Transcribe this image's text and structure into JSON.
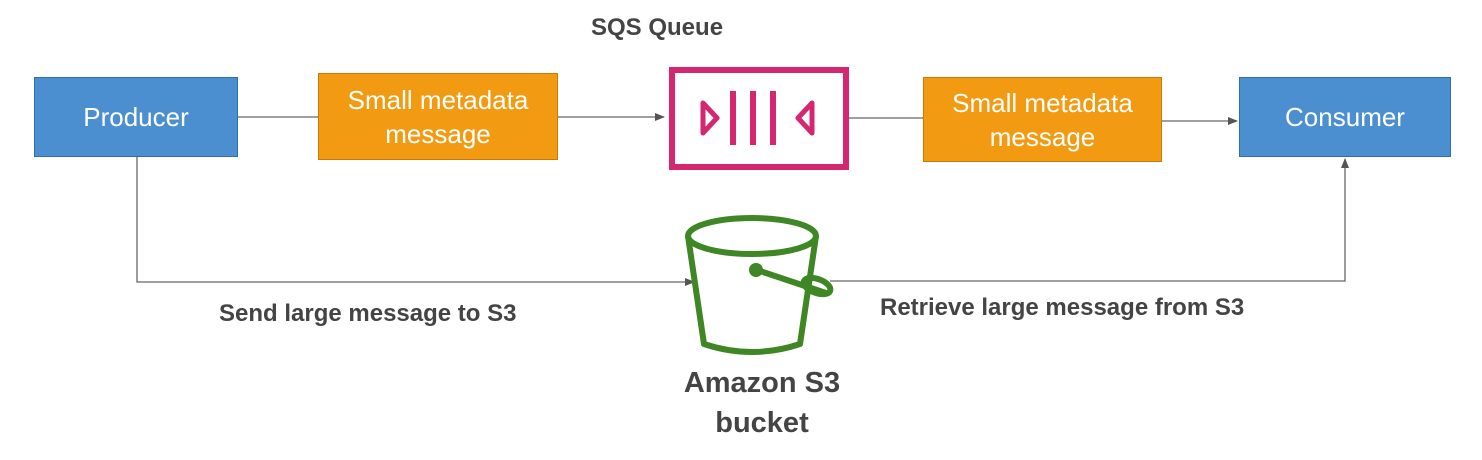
{
  "nodes": {
    "producer": {
      "label": "Producer"
    },
    "consumer": {
      "label": "Consumer"
    },
    "message_left": {
      "line1": "Small metadata",
      "line2": "message"
    },
    "message_right": {
      "line1": "Small metadata",
      "line2": "message"
    },
    "queue": {
      "title": "SQS Queue",
      "icon": "sqs-queue-icon"
    },
    "bucket": {
      "line1": "Amazon S3",
      "line2": "bucket",
      "icon": "s3-bucket-icon"
    }
  },
  "edges": {
    "send_label": "Send large message to S3",
    "retrieve_label": "Retrieve large message from S3"
  },
  "colors": {
    "blue_box": "#4b8fd1",
    "orange_box": "#f29a11",
    "sqs_pink": "#d6266f",
    "s3_green": "#3f8624",
    "text_gray": "#444444",
    "line_gray": "#666666"
  }
}
